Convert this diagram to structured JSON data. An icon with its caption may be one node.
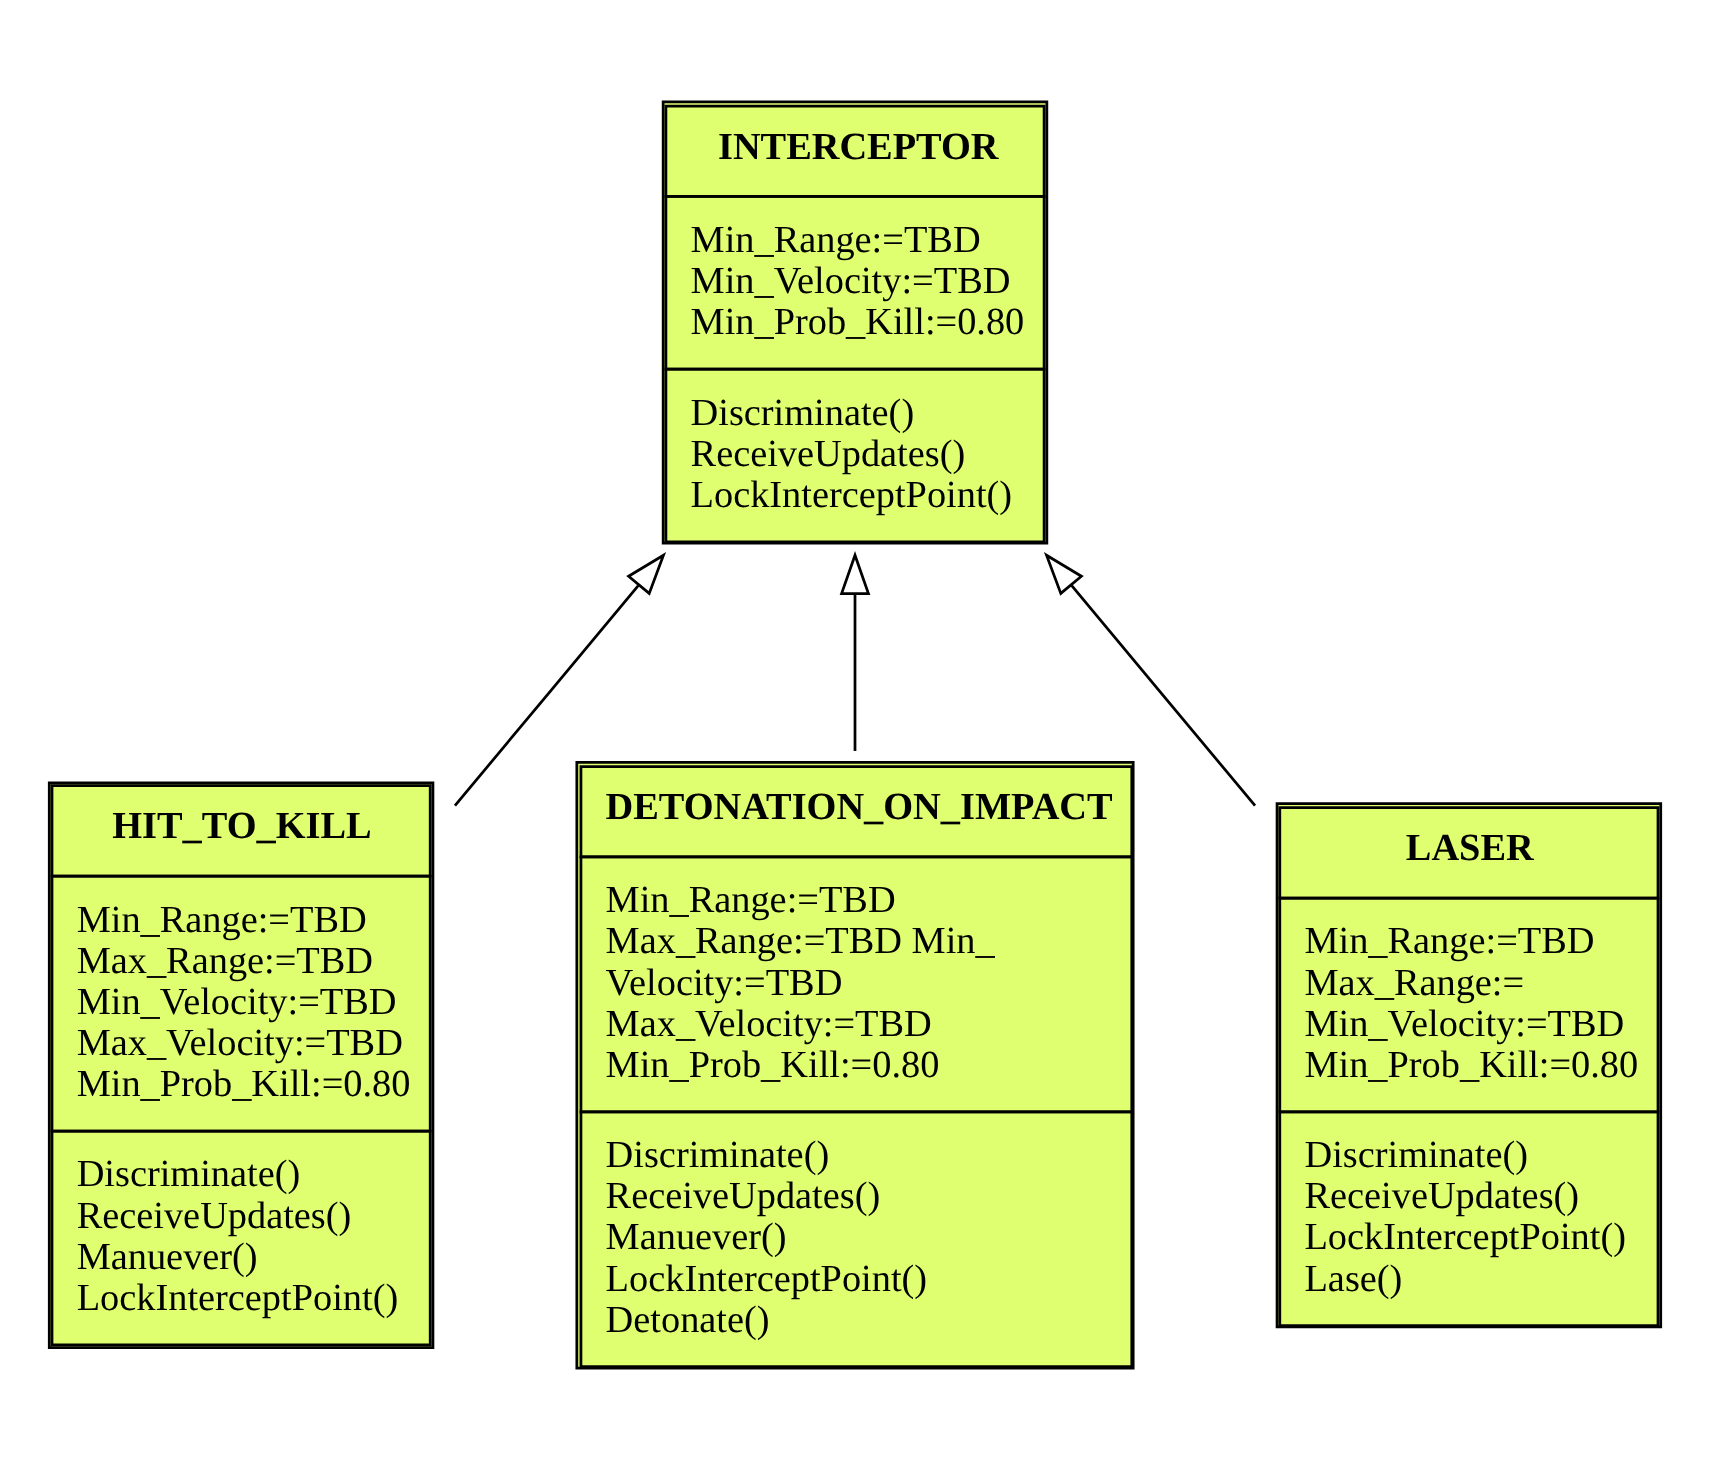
{
  "diagram": {
    "nodes": [
      {
        "text": [
          "INTERCEPTOR",
          "Min_Range:=TBD Min_Velocity:=TBD Min_Prob_Kill:=0.80",
          "Discriminate() ReceiveUpdates() LockInterceptPoint()"
        ]
      },
      {
        "text": [
          "HIT_TO_KILL",
          "Min_Range:=TBD Max_Range:=TBD Min_Velocity:=TBD Max_Velocity:=TBD Min_Prob_Kill:=0.80",
          "Discriminate() ReceiveUpdates() Manuever() LockInterceptPoint()"
        ]
      },
      {
        "text": [
          "DETONATION_ON_IMPACT",
          "Min_Range:=TBD Max_Range:=TBD Min_ Velocity:=TBD Max_Velocity:=TBD Min_Prob_Kill:=0.80",
          "Discriminate() ReceiveUpdates() Manuever() LockInterceptPoint() Detonate()"
        ]
      },
      {
        "text": [
          "LASER",
          "Min_Range:=TBD Max_Range:= Min_Velocity:=TBD Min_Prob_Kill:=0.80",
          "Discriminate() ReceiveUpdates() LockInterceptPoint() Lase()"
        ]
      }
    ],
    "edges": [
      {
        "from": 1,
        "to": 0,
        "arrow": "to"
      },
      {
        "from": 2,
        "to": 0,
        "arrow": "to"
      },
      {
        "from": 3,
        "to": 0,
        "arrow": "to"
      }
    ]
  }
}
